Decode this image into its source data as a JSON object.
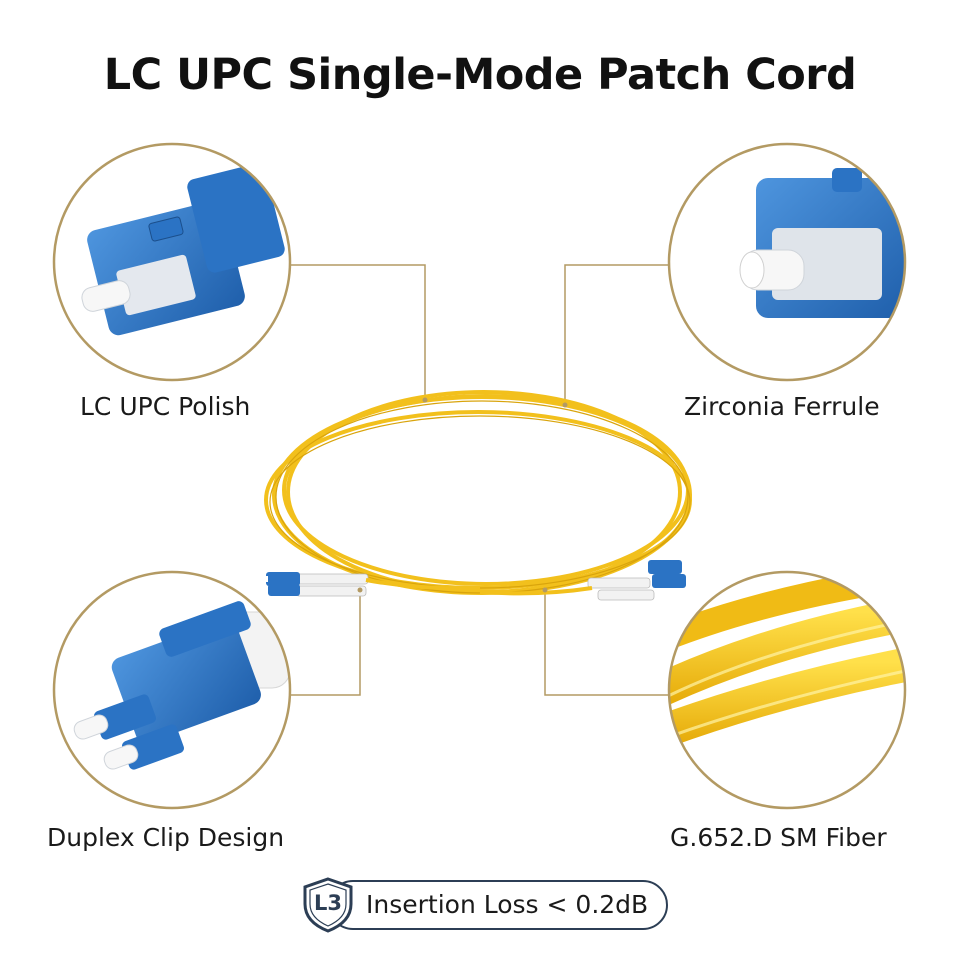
{
  "title": "LC UPC Single-Mode Patch Cord",
  "callouts": [
    {
      "label": "LC UPC Polish"
    },
    {
      "label": "Zirconia Ferrule"
    },
    {
      "label": "Duplex Clip Design"
    },
    {
      "label": "G.652.D SM Fiber"
    }
  ],
  "badge": {
    "icon_text": "L3",
    "text": "Insertion Loss < 0.2dB"
  },
  "colors": {
    "circle_border": "#b39a63",
    "leader_line": "#b39a63",
    "connector_blue": "#2b73c4",
    "fiber_yellow": "#f4c21d",
    "badge_border": "#2c3e55"
  },
  "icons": [
    "shield-icon",
    "lc-connector-icon",
    "fiber-cable-icon"
  ]
}
